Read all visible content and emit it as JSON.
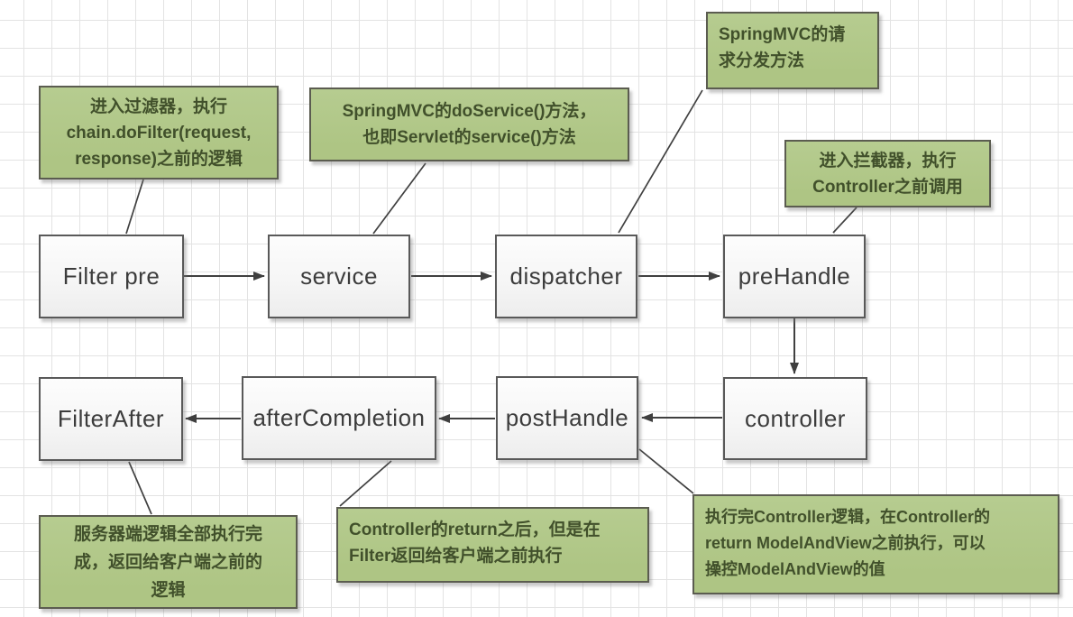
{
  "diagram": {
    "nodes": [
      {
        "id": "filter-pre",
        "label": "Filter pre"
      },
      {
        "id": "service",
        "label": "service"
      },
      {
        "id": "dispatcher",
        "label": "dispatcher"
      },
      {
        "id": "prehandle",
        "label": "preHandle"
      },
      {
        "id": "filterafter",
        "label": "FilterAfter"
      },
      {
        "id": "aftercompletion",
        "label": "afterCompletion"
      },
      {
        "id": "posthandle",
        "label": "postHandle"
      },
      {
        "id": "controller",
        "label": "controller"
      }
    ],
    "edges": [
      {
        "from": "Filter pre",
        "to": "service"
      },
      {
        "from": "service",
        "to": "dispatcher"
      },
      {
        "from": "dispatcher",
        "to": "preHandle"
      },
      {
        "from": "preHandle",
        "to": "controller"
      },
      {
        "from": "controller",
        "to": "postHandle"
      },
      {
        "from": "postHandle",
        "to": "afterCompletion"
      },
      {
        "from": "afterCompletion",
        "to": "FilterAfter"
      }
    ],
    "notes": [
      {
        "id": "note-filter-pre",
        "attached_to": "Filter pre",
        "text": "进入过滤器，执行\nchain.doFilter(request,\nresponse)之前的逻辑"
      },
      {
        "id": "note-service",
        "attached_to": "service",
        "text": "SpringMVC的doService()方法，\n也即Servlet的service()方法"
      },
      {
        "id": "note-dispatcher",
        "attached_to": "dispatcher",
        "text": "SpringMVC的请\n求分发方法"
      },
      {
        "id": "note-prehandle",
        "attached_to": "preHandle",
        "text": "进入拦截器，执行\nController之前调用"
      },
      {
        "id": "note-filterafter",
        "attached_to": "FilterAfter",
        "text": "服务器端逻辑全部执行完\n成，返回给客户端之前的\n逻辑"
      },
      {
        "id": "note-aftercompletion",
        "attached_to": "afterCompletion",
        "text": "Controller的return之后，但是在\nFilter返回给客户端之前执行"
      },
      {
        "id": "note-posthandle",
        "attached_to": "postHandle",
        "text": "执行完Controller逻辑，在Controller的\nreturn ModelAndView之前执行，可以\n操控ModelAndView的值"
      }
    ],
    "colors": {
      "note_fill": "#aec584",
      "note_border": "#5b5c50",
      "note_text": "#41502b",
      "node_fill": "#f6f6f6",
      "node_border": "#595959",
      "node_text": "#3c3c3c",
      "connector": "#404040",
      "grid": "#e3e3e3",
      "background": "#ffffff"
    }
  }
}
